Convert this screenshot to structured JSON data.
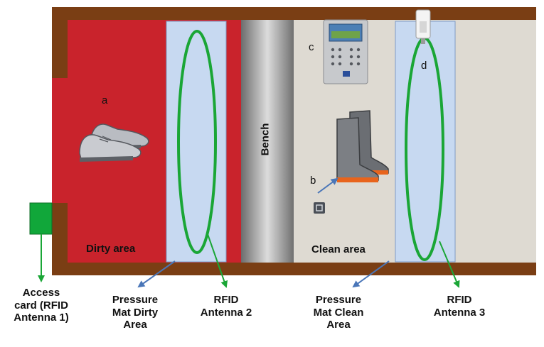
{
  "areas": {
    "dirty": "Dirty area",
    "clean": "Clean area",
    "bench": "Bench"
  },
  "items": {
    "a": "a",
    "b": "b",
    "c": "c",
    "d": "d"
  },
  "labels": {
    "access_card": "Access\ncard (RFID\nAntenna 1)",
    "mat_dirty": "Pressure\nMat Dirty\nArea",
    "antenna_2": "RFID\nAntenna 2",
    "mat_clean": "Pressure\nMat Clean\nArea",
    "antenna_3": "RFID\nAntenna 3"
  },
  "colors": {
    "wall": "#7a3e14",
    "dirty": "#c9232c",
    "clean": "#dedad2",
    "mat": "#c7d9f1",
    "antenna": "#1aa636",
    "access_card": "#11a73a",
    "arrow": "#4a76b8"
  }
}
